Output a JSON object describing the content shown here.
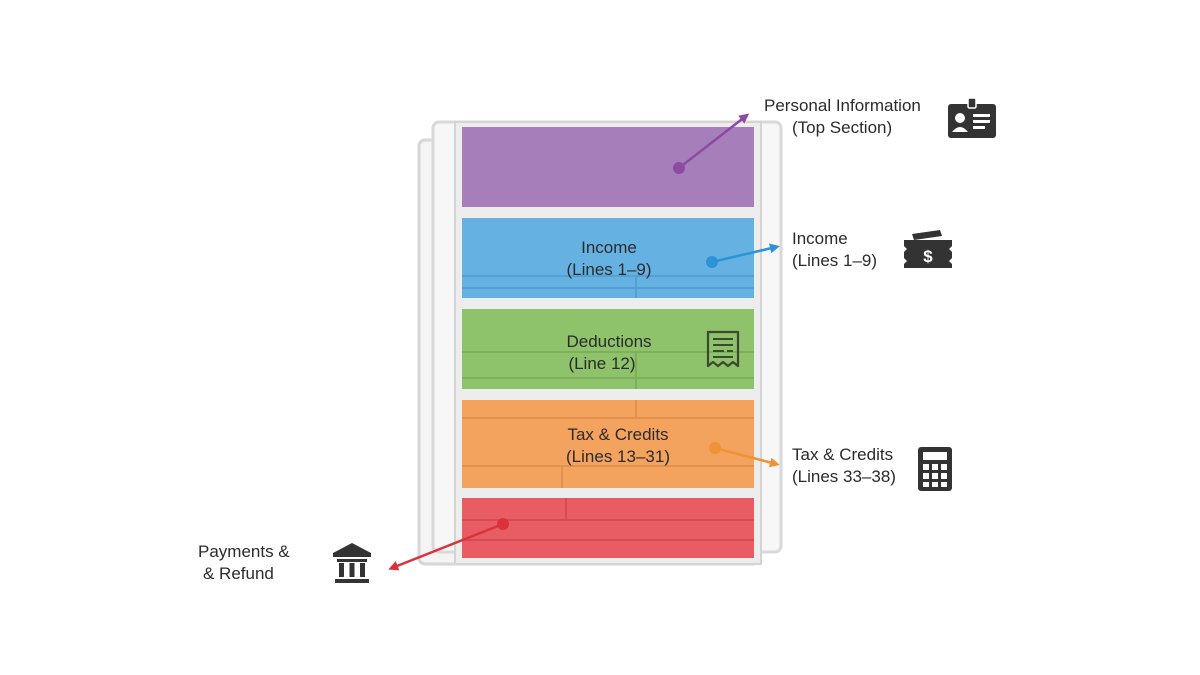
{
  "colors": {
    "personal": "#a67fba",
    "income": "#65b2e2",
    "deductions": "#8ec26b",
    "tax": "#f4a35f",
    "payments": "#e85c63",
    "arrow_personal": "#8c4aa3",
    "arrow_income": "#2b93d6",
    "arrow_tax": "#ee9337",
    "arrow_payments": "#d9323c",
    "frame": "#d9d9d9",
    "icon": "#333333"
  },
  "sections": {
    "income": {
      "title": "Income",
      "lines": "(Lines 1–9)"
    },
    "deductions": {
      "title": "Deductions",
      "lines": "(Line 12)",
      "icon": "receipt-icon"
    },
    "tax": {
      "title": "Tax & Credits",
      "lines": "(Lines 13–31)"
    }
  },
  "callouts": {
    "personal": {
      "title": "Personal Information",
      "sub": "(Top Section)",
      "icon": "id-card-icon"
    },
    "income": {
      "title": "Income",
      "sub": "(Lines 1–9)",
      "icon": "money-icon"
    },
    "tax": {
      "title": "Tax & Credits",
      "sub": "(Lines 33–38)",
      "icon": "calculator-icon"
    },
    "payments": {
      "title": "Payments &",
      "sub": "& Refund",
      "icon": "bank-icon"
    }
  }
}
